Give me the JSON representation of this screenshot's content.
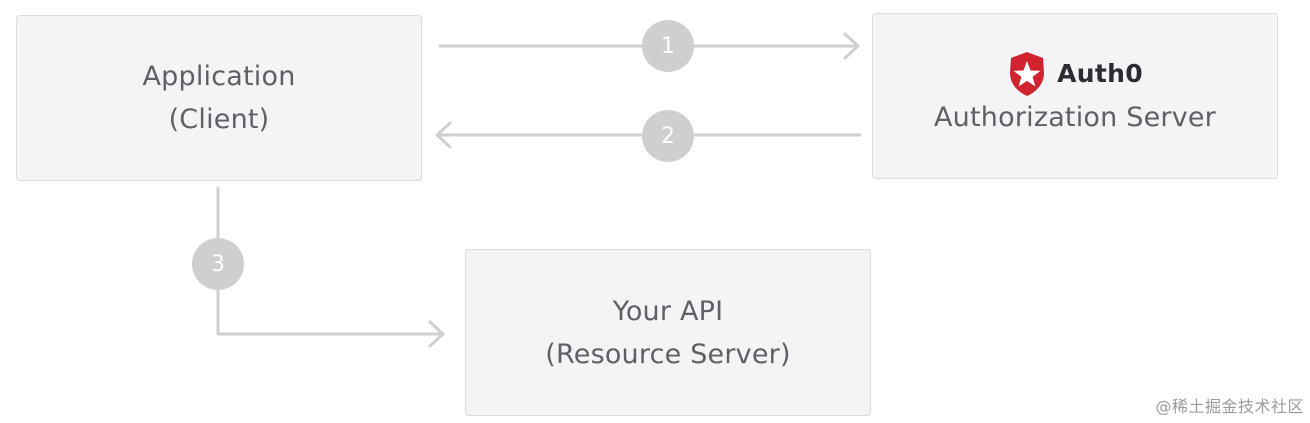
{
  "nodes": {
    "client": {
      "line1": "Application",
      "line2": "(Client)"
    },
    "auth": {
      "brand": "Auth0",
      "line1": "Authorization Server"
    },
    "api": {
      "line1": "Your API",
      "line2": "(Resource Server)"
    }
  },
  "steps": [
    {
      "label": "1"
    },
    {
      "label": "2"
    },
    {
      "label": "3"
    }
  ],
  "colors": {
    "box_fill": "#f4f4f6",
    "box_border": "#dcdce0",
    "connector": "#cfcfd2",
    "badge": "#cfcfd2",
    "brand_red": "#d0232f"
  },
  "watermark": "@稀土掘金技术社区"
}
